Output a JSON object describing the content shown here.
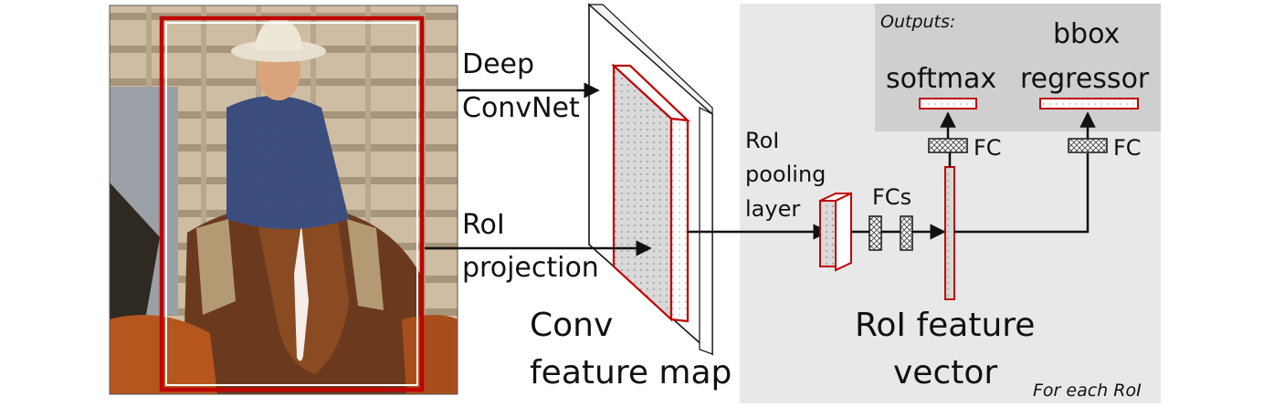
{
  "labels": {
    "deep": "Deep",
    "convnet": "ConvNet",
    "roi": "RoI",
    "projection": "projection",
    "conv": "Conv",
    "feature_map": "feature map",
    "roi_pool_1": "RoI",
    "roi_pool_2": "pooling",
    "roi_pool_3": "layer",
    "fcs": "FCs",
    "fc_left": "FC",
    "fc_right": "FC",
    "outputs": "Outputs:",
    "softmax": "softmax",
    "bbox": "bbox",
    "regressor": "regressor",
    "roi_feature_1": "RoI feature",
    "roi_feature_2": "vector",
    "for_each": "For each RoI"
  },
  "colors": {
    "accent_red": "#c00000",
    "panel_gray": "#e8e8e8",
    "outputs_gray": "#cfcfcf",
    "feature_gray": "#d7d7d7"
  },
  "photo": {
    "subject": "cowboy-on-horse-photo"
  }
}
